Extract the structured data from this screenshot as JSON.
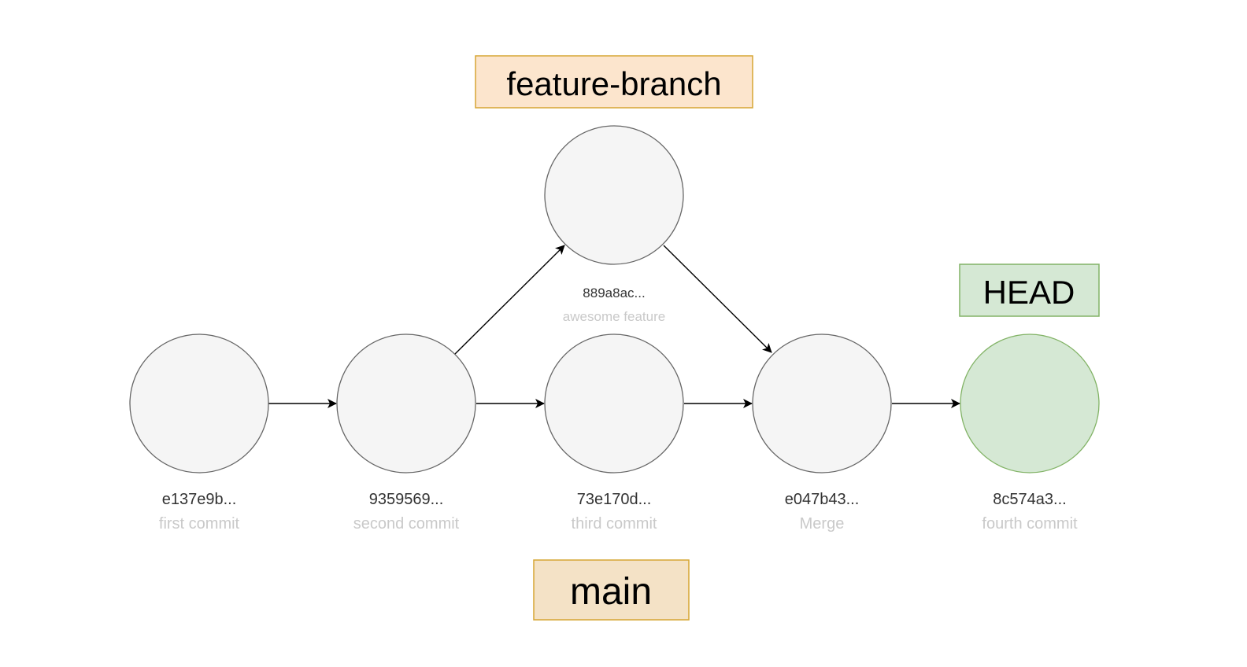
{
  "refs": {
    "feature_branch": "feature-branch",
    "main": "main",
    "head": "HEAD"
  },
  "commits": [
    {
      "hash": "e137e9b...",
      "message": "first commit"
    },
    {
      "hash": "9359569...",
      "message": "second commit"
    },
    {
      "hash": "73e170d...",
      "message": "third commit"
    },
    {
      "hash": "889a8ac...",
      "message": "awesome feature"
    },
    {
      "hash": "e047b43...",
      "message": "Merge"
    },
    {
      "hash": "8c574a3...",
      "message": "fourth commit"
    }
  ],
  "colors": {
    "commit_fill": "#f5f5f5",
    "commit_stroke": "#666666",
    "head_fill": "#d5e8d4",
    "head_stroke": "#82b366",
    "branch_fill": "#fce5cd",
    "branch_stroke": "#d6a534"
  }
}
